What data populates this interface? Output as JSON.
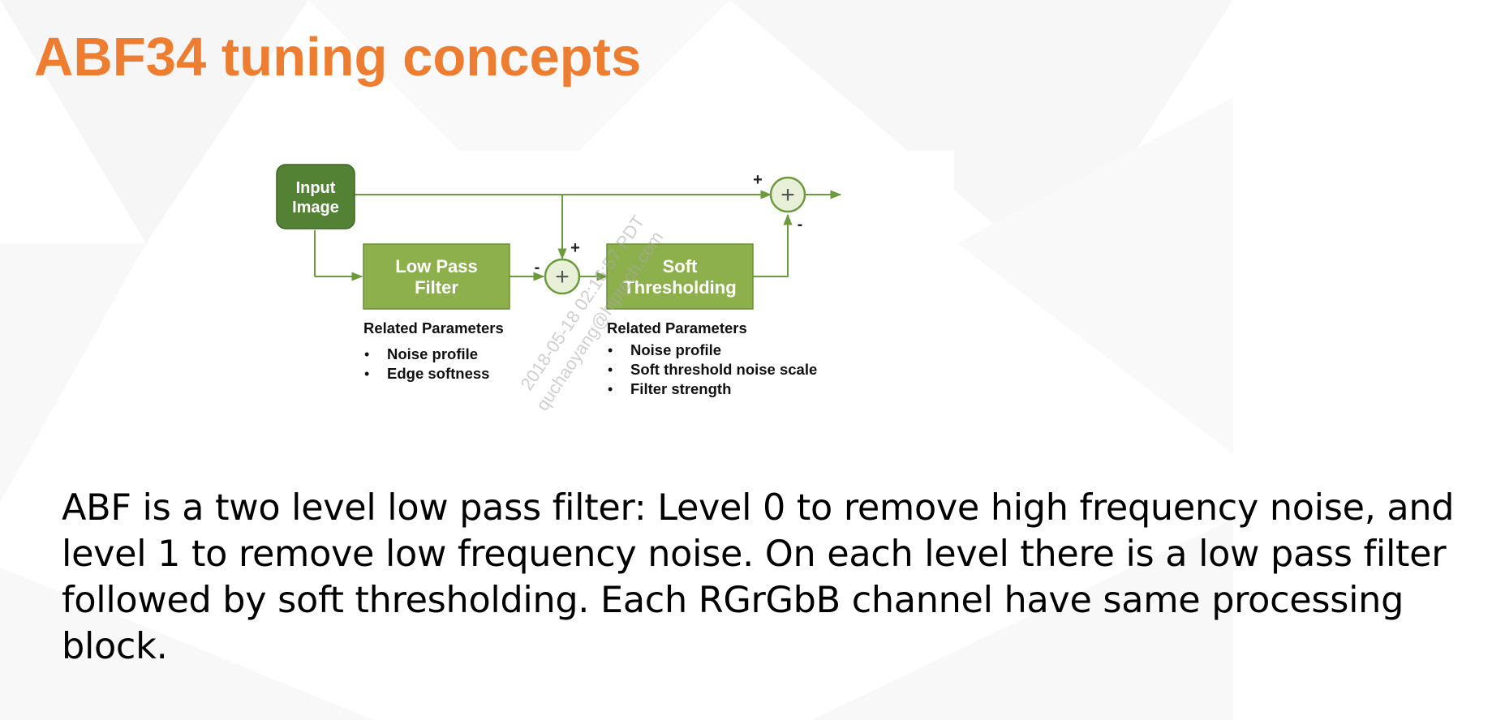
{
  "title": "ABF34 tuning concepts",
  "colors": {
    "title": "#ED7D31",
    "input_box": "#548235",
    "filter_box": "#8DB04D",
    "flow_line": "#6C9A3C",
    "sum_node": "#E8F0D8"
  },
  "diagram": {
    "nodes": {
      "input": {
        "line1": "Input",
        "line2": "Image"
      },
      "low_pass": {
        "line1": "Low Pass",
        "line2": "Filter"
      },
      "soft_thresh": {
        "line1": "Soft",
        "line2": "Thresholding"
      }
    },
    "sum1": {
      "symbol": "+",
      "sign_top": "+",
      "sign_left": "-"
    },
    "sum2": {
      "symbol": "+",
      "sign_top": "+",
      "sign_bottom": "-"
    },
    "params_left": {
      "heading": "Related Parameters",
      "items": [
        "Noise profile",
        "Edge softness"
      ]
    },
    "params_right": {
      "heading": "Related Parameters",
      "items": [
        "Noise profile",
        "Soft threshold noise scale",
        "Filter strength"
      ]
    },
    "watermark": {
      "line1": "2018-05-18 02:16:57 PDT",
      "line2": "quchaoyang@hiptech.com"
    }
  },
  "body": "ABF is a two level low pass filter: Level 0 to remove high frequency noise, and level 1 to remove low frequency noise. On each level there is a low pass filter followed by soft thresholding. Each RGrGbB channel have same processing block."
}
